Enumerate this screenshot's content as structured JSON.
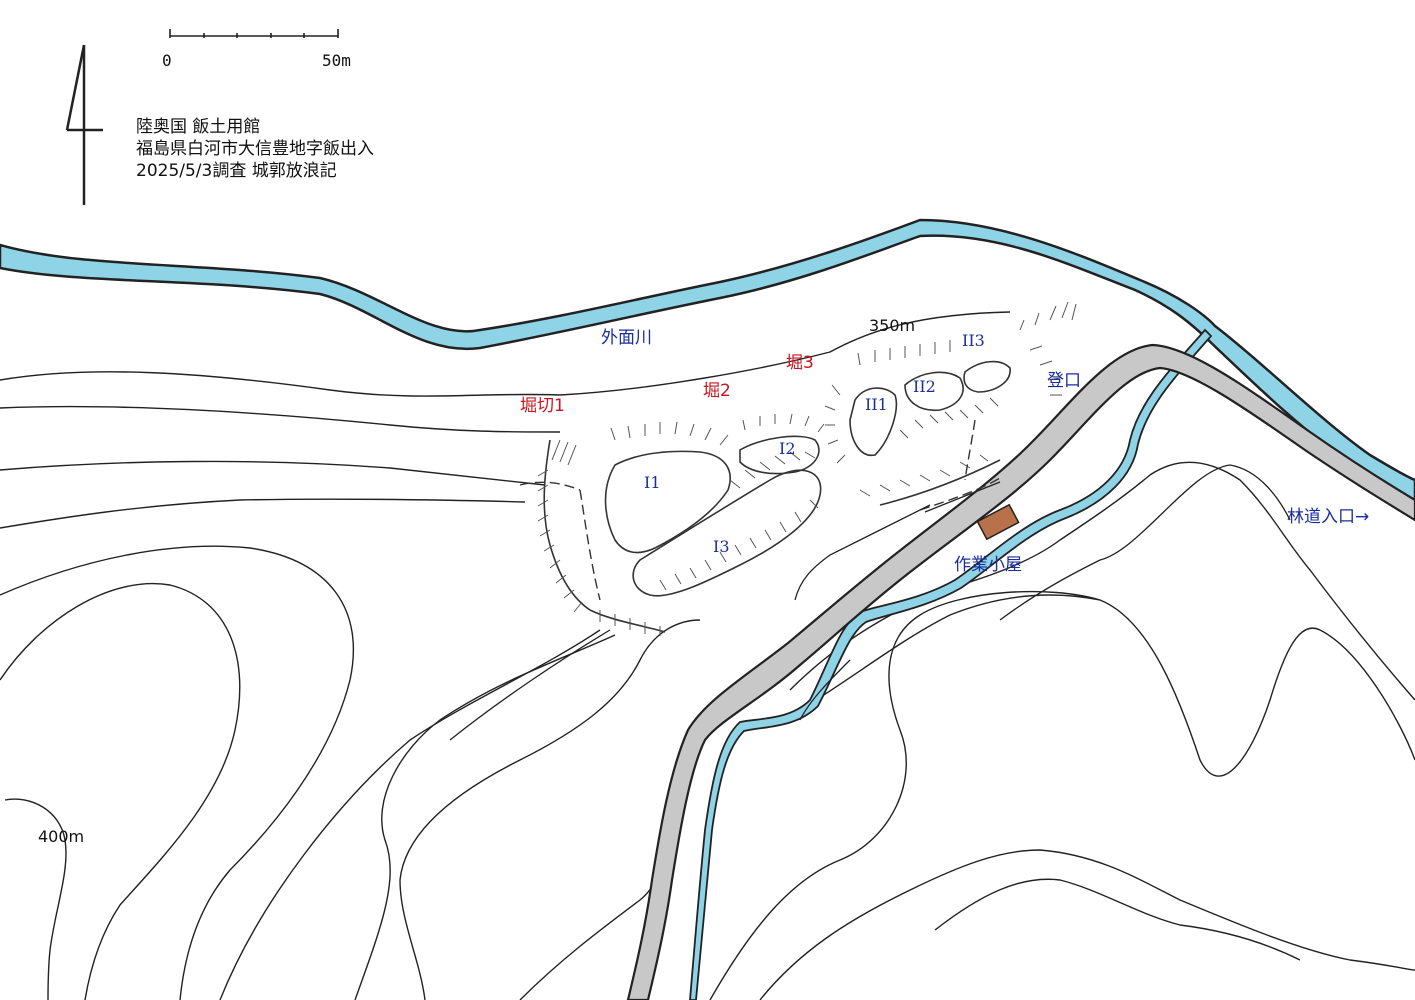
{
  "title": {
    "line1": "陸奥国 飯土用館",
    "line2": "福島県白河市大信豊地字飯出入",
    "line3": "2025/5/3調査 城郭放浪記"
  },
  "scale": {
    "start": "0",
    "end": "50m"
  },
  "contours": {
    "c350": "350m",
    "c400": "400m"
  },
  "labels": {
    "river": "外面川",
    "moat1": "堀切1",
    "moat2": "堀2",
    "moat3": "堀3",
    "entrance": "登口",
    "hut": "作業小屋",
    "forest_road": "林道入口→"
  },
  "enclosures": {
    "i1": "I1",
    "i2": "I2",
    "i3": "I3",
    "ii1": "II1",
    "ii2": "II2",
    "ii3": "II3"
  },
  "colors": {
    "water": "#8fd3e6",
    "road": "#c8c8c8",
    "hut": "#b9714a",
    "label_blue": "#1a2e9a",
    "label_red": "#c8141e",
    "ink": "#222222"
  },
  "icons": {
    "north": "north-arrow-icon"
  }
}
